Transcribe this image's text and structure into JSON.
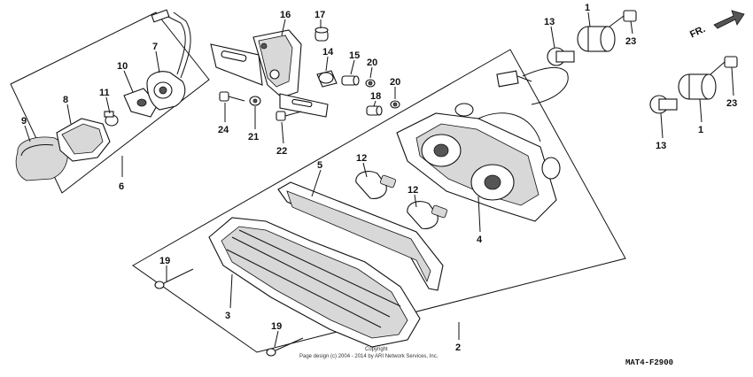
{
  "callouts": {
    "c1a": "1",
    "c1b": "1",
    "c2": "2",
    "c3": "3",
    "c4": "4",
    "c5": "5",
    "c6": "6",
    "c7": "7",
    "c8": "8",
    "c9": "9",
    "c10": "10",
    "c11": "11",
    "c12a": "12",
    "c12b": "12",
    "c13a": "13",
    "c13b": "13",
    "c14": "14",
    "c15": "15",
    "c16": "16",
    "c17": "17",
    "c18": "18",
    "c19a": "19",
    "c19b": "19",
    "c20a": "20",
    "c20b": "20",
    "c21": "21",
    "c22": "22",
    "c23a": "23",
    "c23b": "23",
    "c24": "24"
  },
  "direction_label": "FR.",
  "copyright_line1": "Copyright",
  "copyright_line2": "Page design (c) 2004 - 2014 by ARI Network Services, Inc.",
  "diagram_code": "MAT4-F2900"
}
